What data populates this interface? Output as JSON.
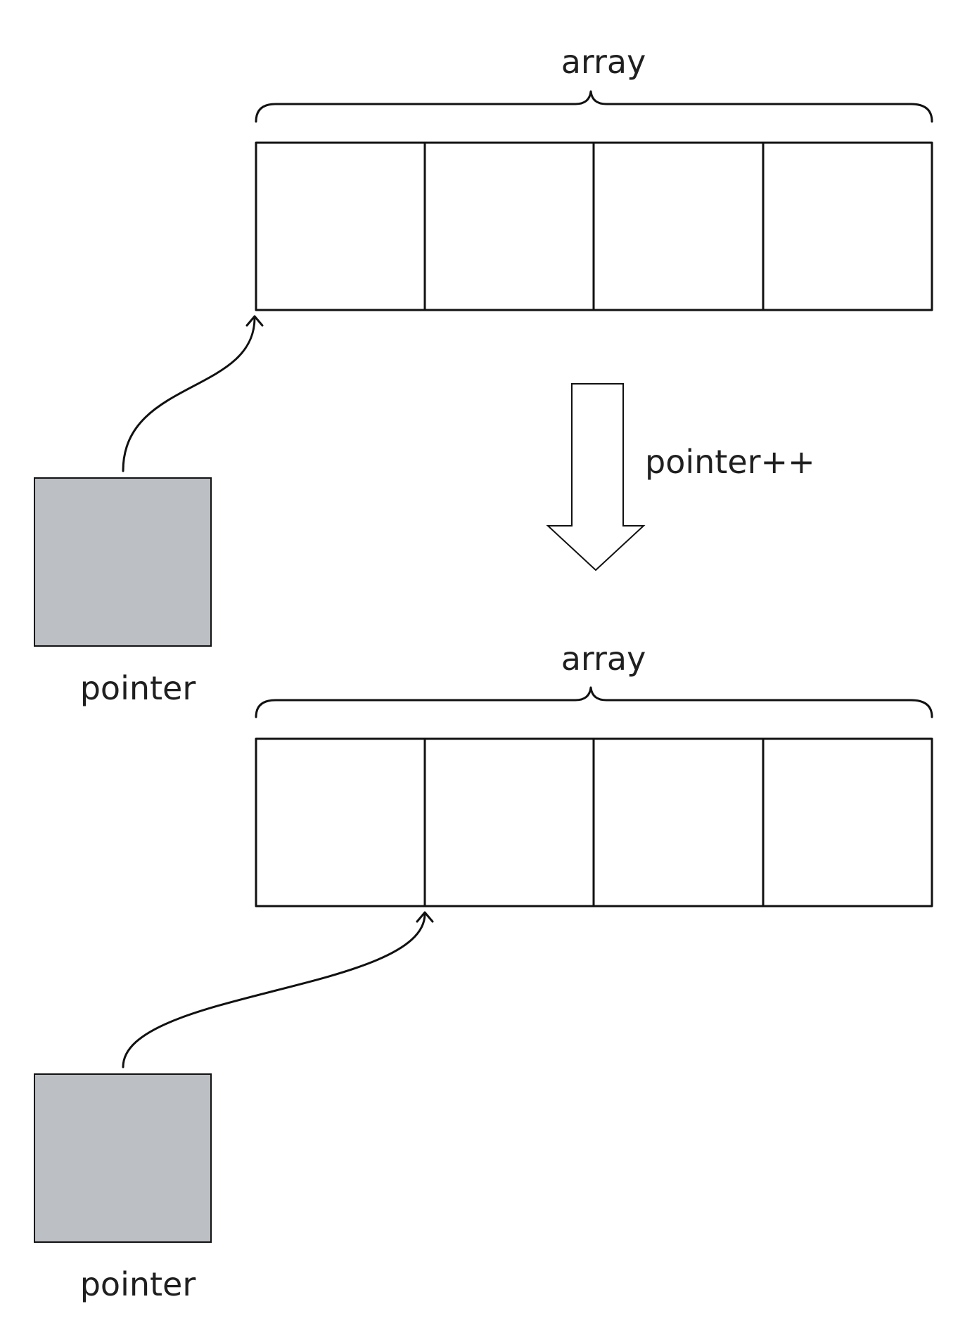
{
  "top_panel": {
    "array_label": "array",
    "pointer_label": "pointer"
  },
  "transition": {
    "operation_label": "pointer++"
  },
  "bottom_panel": {
    "array_label": "array",
    "pointer_label": "pointer"
  },
  "colors": {
    "pointer_box_fill": "#bcbfc3",
    "line": "#111111",
    "cell_fill": "#ffffff",
    "text": "#1f1f1f"
  }
}
